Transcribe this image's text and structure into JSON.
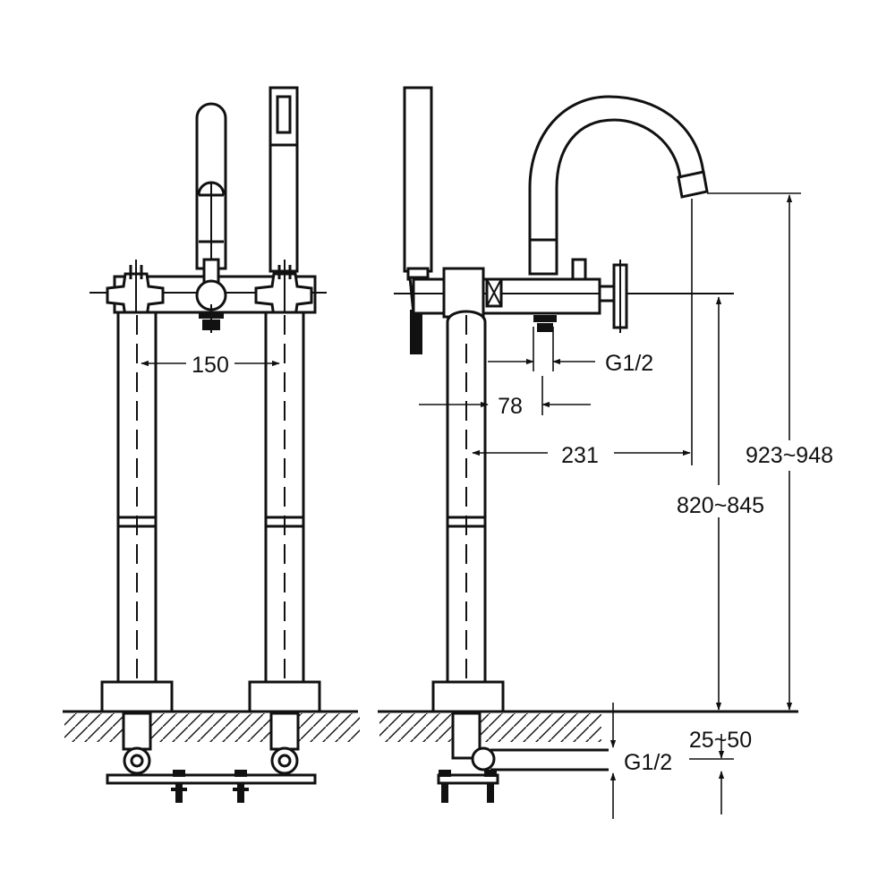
{
  "dimensions": {
    "center_spacing": "150",
    "inlet_thread_top": "G1/2",
    "inlet_offset": "78",
    "spout_reach": "231",
    "total_height": "923~948",
    "body_height": "820~845",
    "floor_depth": "25~50",
    "inlet_thread_bottom": "G1/2"
  }
}
